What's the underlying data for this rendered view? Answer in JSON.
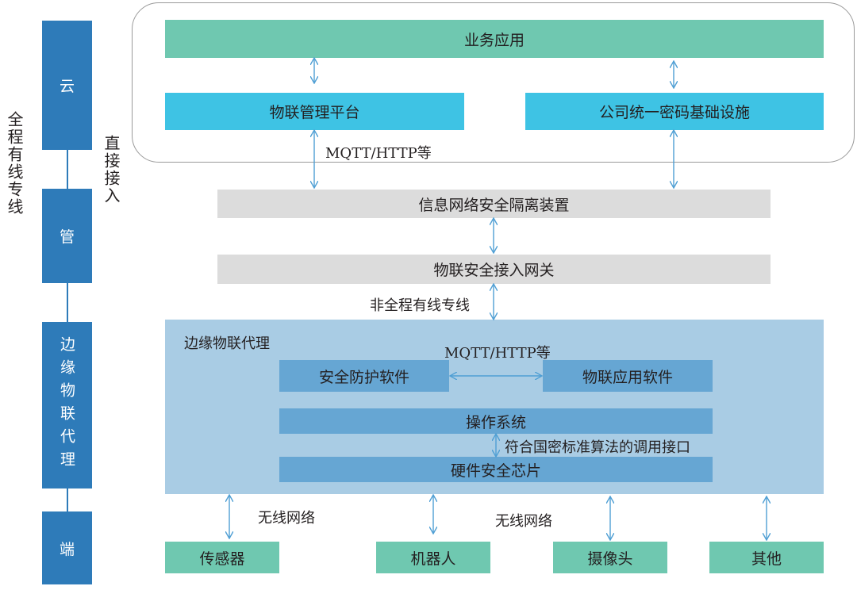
{
  "left_labels": {
    "side_note": "全程有线专线",
    "direct_note": "直接接入"
  },
  "layers": {
    "cloud": "云",
    "pipe": "管",
    "edge": "边缘物联代理",
    "end": "端"
  },
  "cloud": {
    "business_app": "业务应用",
    "iot_platform": "物联管理平台",
    "crypto_infra": "公司统一密码基础设施",
    "protocol_label": "MQTT/HTTP等"
  },
  "pipe": {
    "isolation_device": "信息网络安全隔离装置",
    "access_gateway": "物联安全接入网关",
    "non_dedicated_line": "非全程有线专线"
  },
  "edge": {
    "title": "边缘物联代理",
    "protocol_label": "MQTT/HTTP等",
    "security_software": "安全防护软件",
    "iot_app_software": "物联应用软件",
    "os": "操作系统",
    "interface_label": "符合国密标准算法的调用接口",
    "hw_chip": "硬件安全芯片"
  },
  "terminals": {
    "wireless_1": "无线网络",
    "wireless_2": "无线网络",
    "sensor": "传感器",
    "robot": "机器人",
    "camera": "摄像头",
    "other": "其他"
  }
}
